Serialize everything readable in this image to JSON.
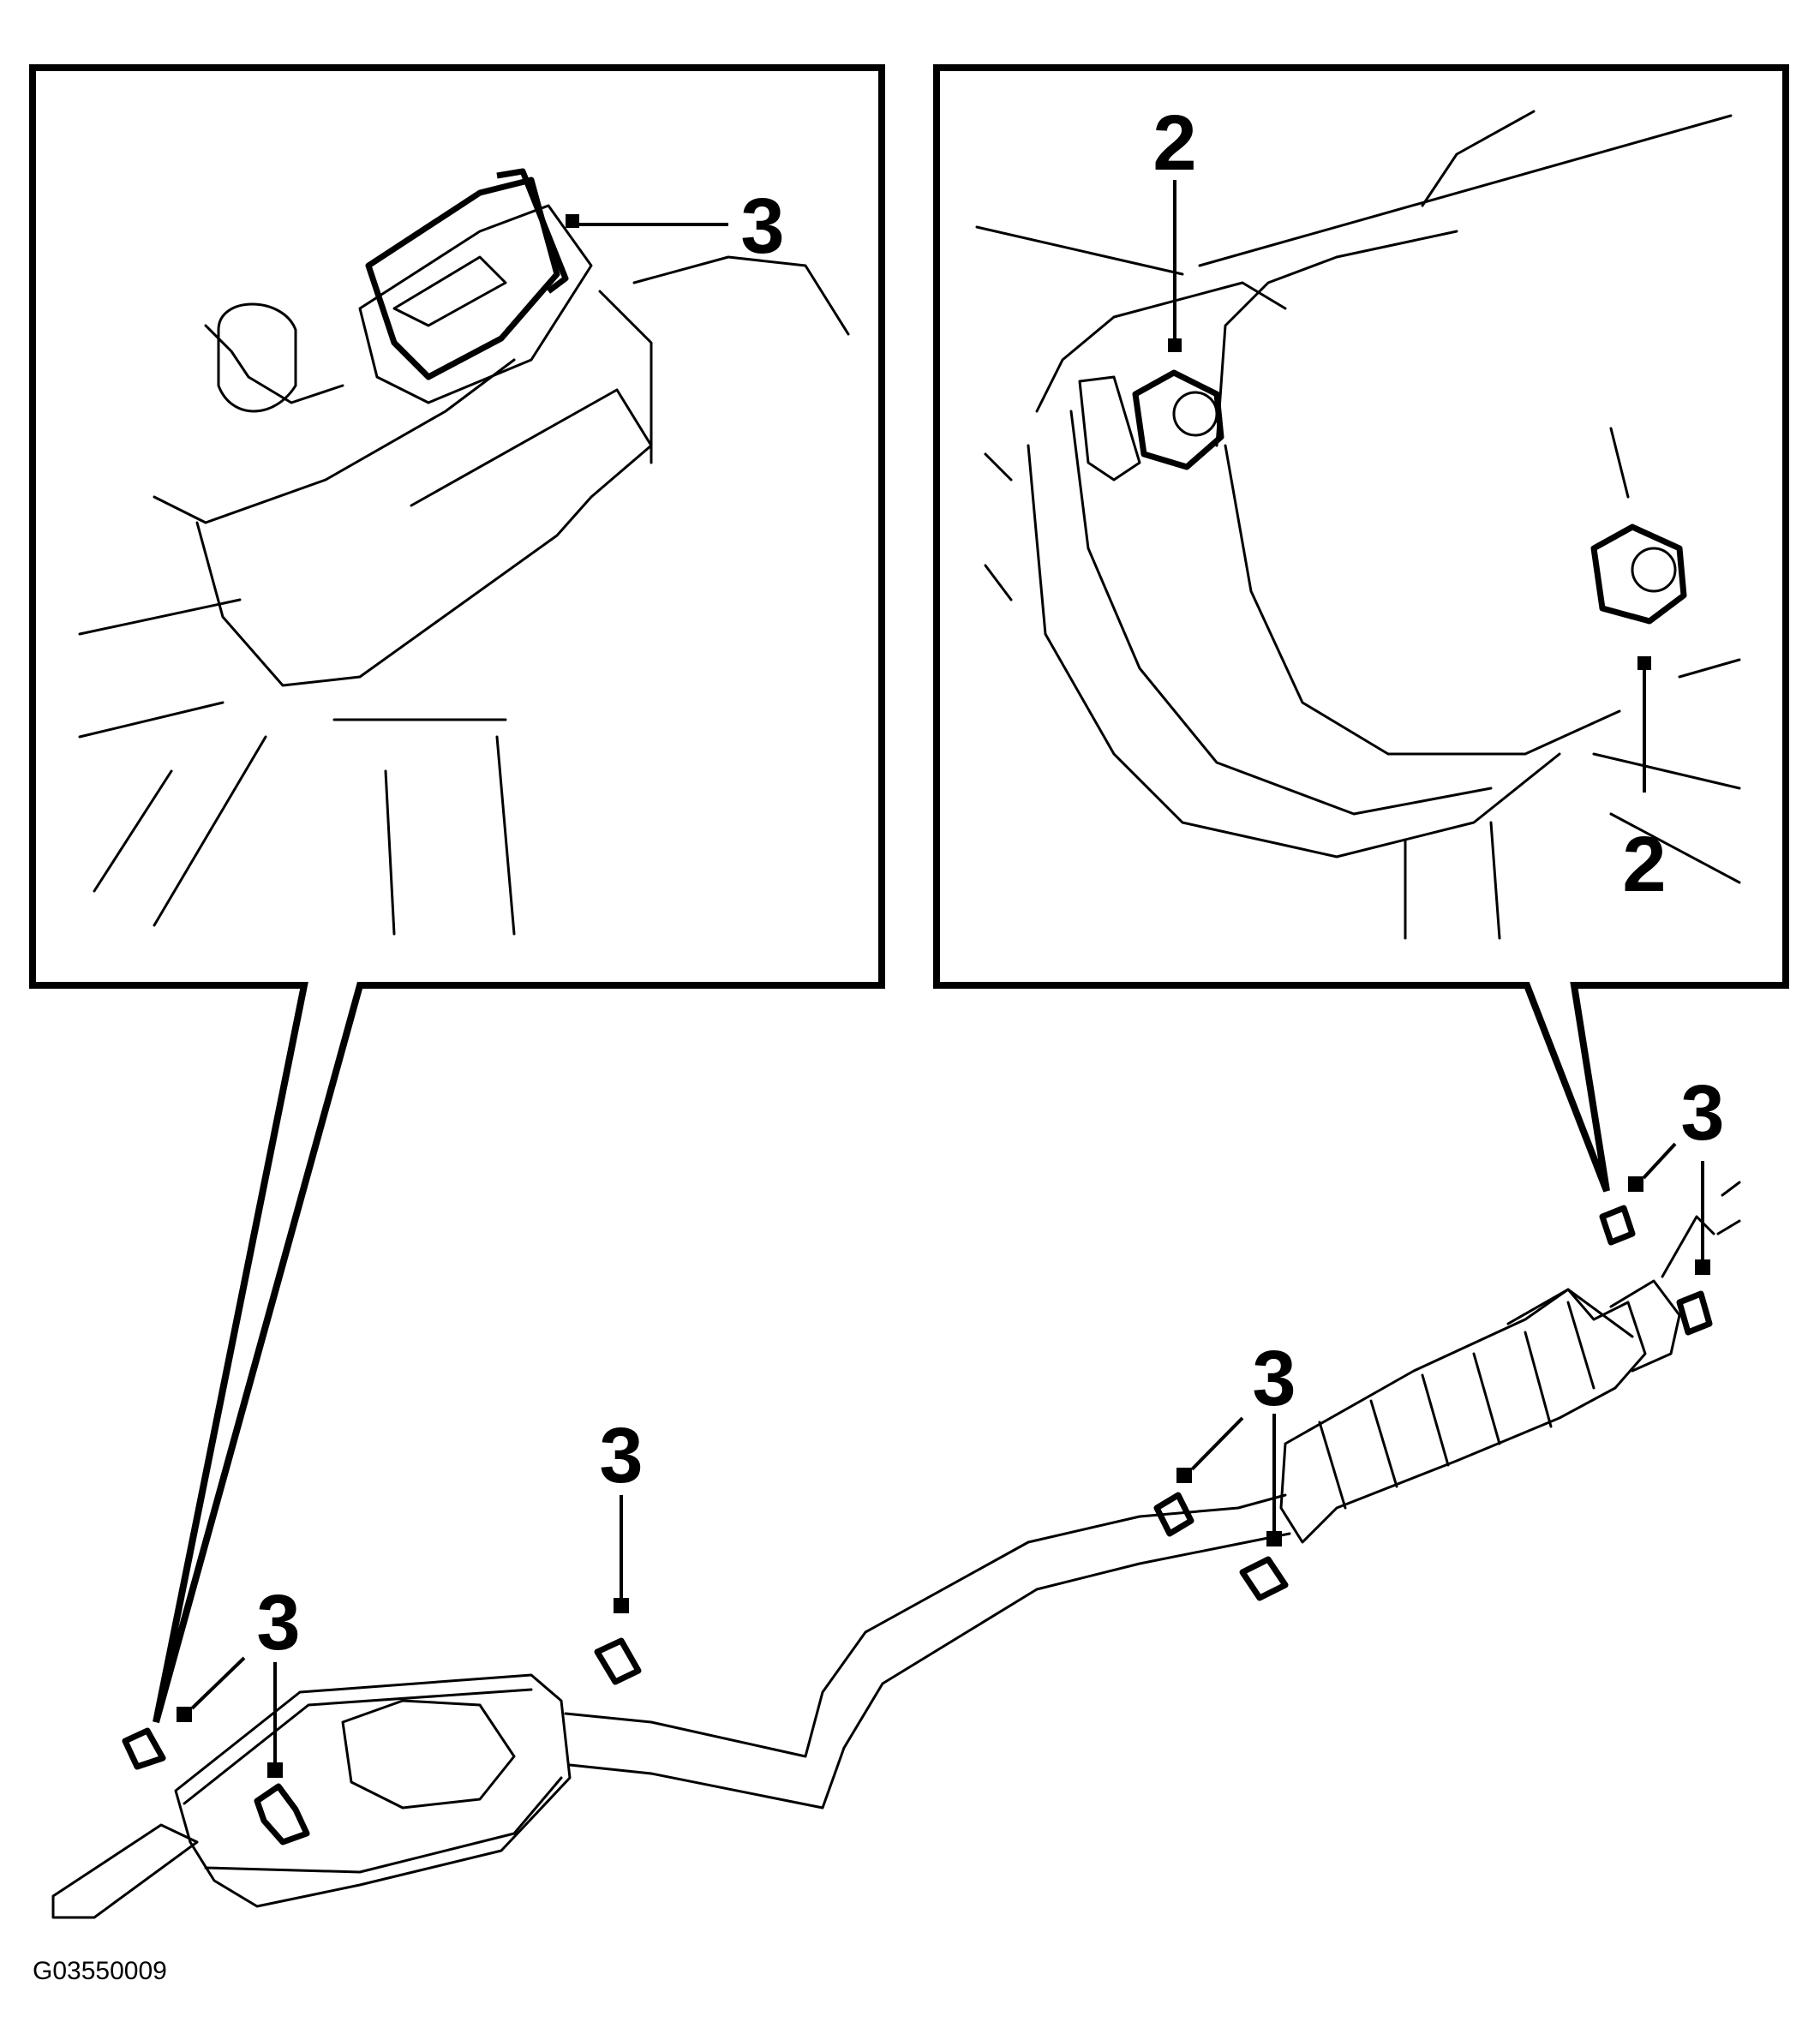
{
  "colors": {
    "ink": "#000000",
    "paper": "#ffffff"
  },
  "figure_id": "G03550009",
  "callouts": {
    "inset_left_clip": "3",
    "inset_right_nut_top": "2",
    "inset_right_nut_bottom": "2",
    "main_front_clamp": "3",
    "main_mid_clamp": "3",
    "main_rear_hanger": "3",
    "main_left_clamp": "3",
    "main_left_bracket": "3"
  }
}
